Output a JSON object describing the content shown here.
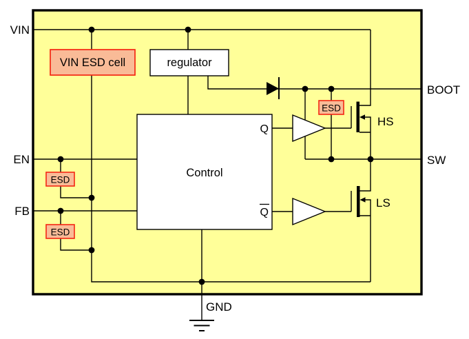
{
  "diagram": {
    "type": "circuit-block-diagram",
    "pins": {
      "vin": "VIN",
      "en": "EN",
      "fb": "FB",
      "boot": "BOOT",
      "sw": "SW",
      "gnd": "GND"
    },
    "blocks": {
      "vin_esd_cell": "VIN ESD cell",
      "regulator": "regulator",
      "control": "Control"
    },
    "esd_cell_label": "ESD",
    "signals": {
      "q": "Q",
      "q_bar": "Q"
    },
    "transistors": {
      "high_side": "HS",
      "low_side": "LS"
    },
    "colors": {
      "ic_fill": "#FFFF99",
      "esd_fill": "#F9BB97",
      "esd_border": "#F42613",
      "block_fill": "#FFFFFF",
      "wire": "#000000"
    }
  }
}
